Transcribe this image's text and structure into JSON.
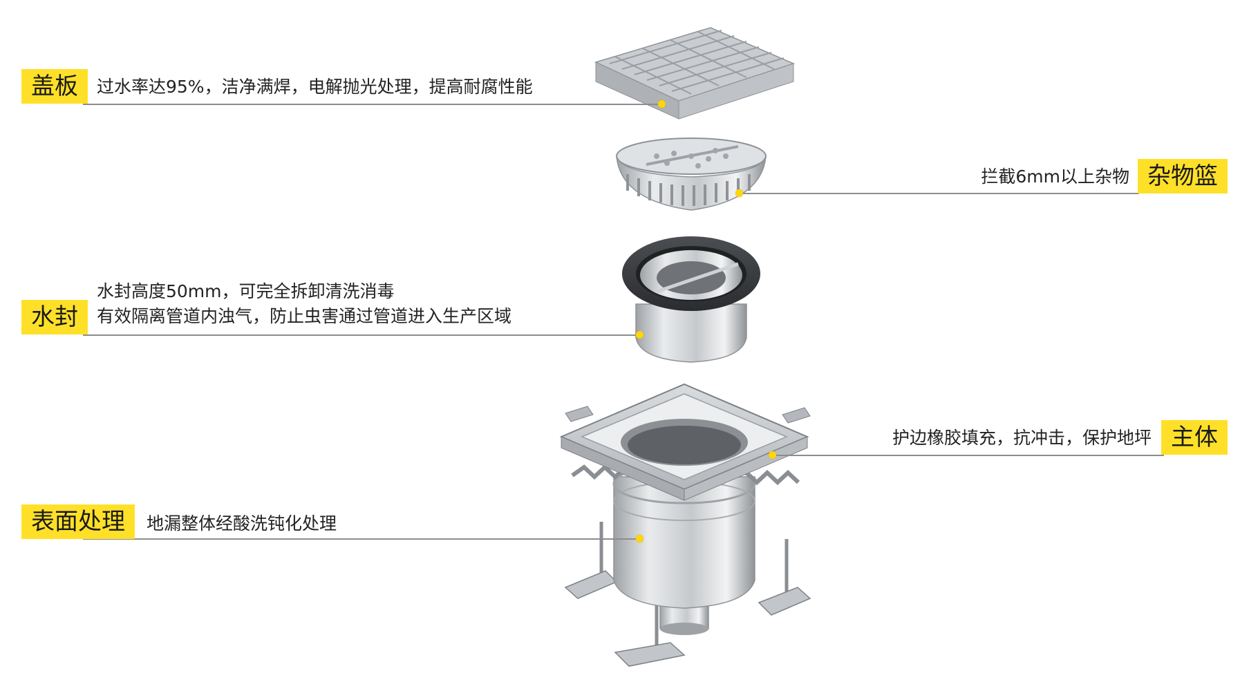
{
  "colors": {
    "tag_bg": "#FFE028",
    "leader_line": "#8c8c8c",
    "dot": "#FFD60A",
    "steel_light": "#e6e8ea",
    "steel_mid": "#b9bdc1",
    "steel_dark": "#7d8186",
    "rubber": "#3a3c3f"
  },
  "callouts": {
    "cover": {
      "tag": "盖板",
      "lines": [
        "过水率达95%，洁净满焊，电解抛光处理，提高耐腐性能"
      ]
    },
    "basket": {
      "tag": "杂物篮",
      "lines": [
        "拦截6mm以上杂物"
      ]
    },
    "seal": {
      "tag": "水封",
      "lines": [
        "水封高度50mm，可完全拆卸清洗消毒",
        "有效隔离管道内浊气，防止虫害通过管道进入生产区域"
      ]
    },
    "body": {
      "tag": "主体",
      "lines": [
        "护边橡胶填充，抗冲击，保护地坪"
      ]
    },
    "surface": {
      "tag": "表面处理",
      "lines": [
        "地漏整体经酸洗钝化处理"
      ]
    }
  }
}
